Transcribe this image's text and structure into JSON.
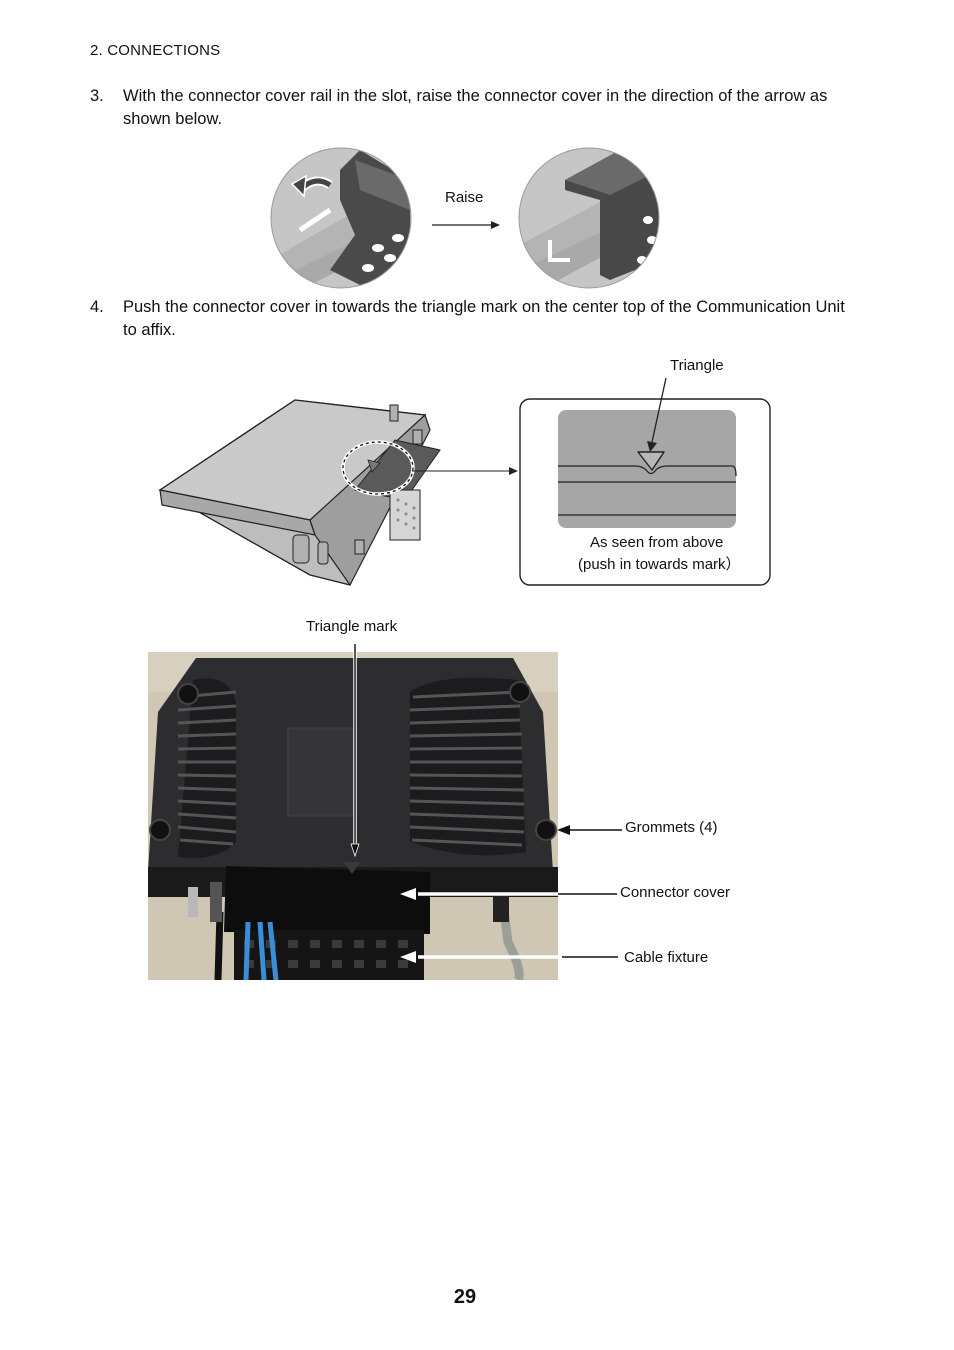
{
  "header": {
    "section": "2.  CONNECTIONS"
  },
  "steps": [
    {
      "number": "3.",
      "text": "With the connector cover rail in the slot, raise the connector cover in the direction of the arrow as shown below."
    },
    {
      "number": "4.",
      "text": "Push the connector cover in towards the triangle mark on the center top of the Communication Unit to affix."
    }
  ],
  "figure1": {
    "raise_label": "Raise"
  },
  "figure2": {
    "callout_title": "Triangle",
    "caption_line1": "As seen from above",
    "caption_line2": "(push in towards mark）"
  },
  "photo": {
    "triangle_mark": "Triangle mark",
    "grommets": "Grommets (4)",
    "connector_cover": "Connector cover",
    "cable_fixture": "Cable fixture"
  },
  "footer": {
    "page_number": "29"
  }
}
